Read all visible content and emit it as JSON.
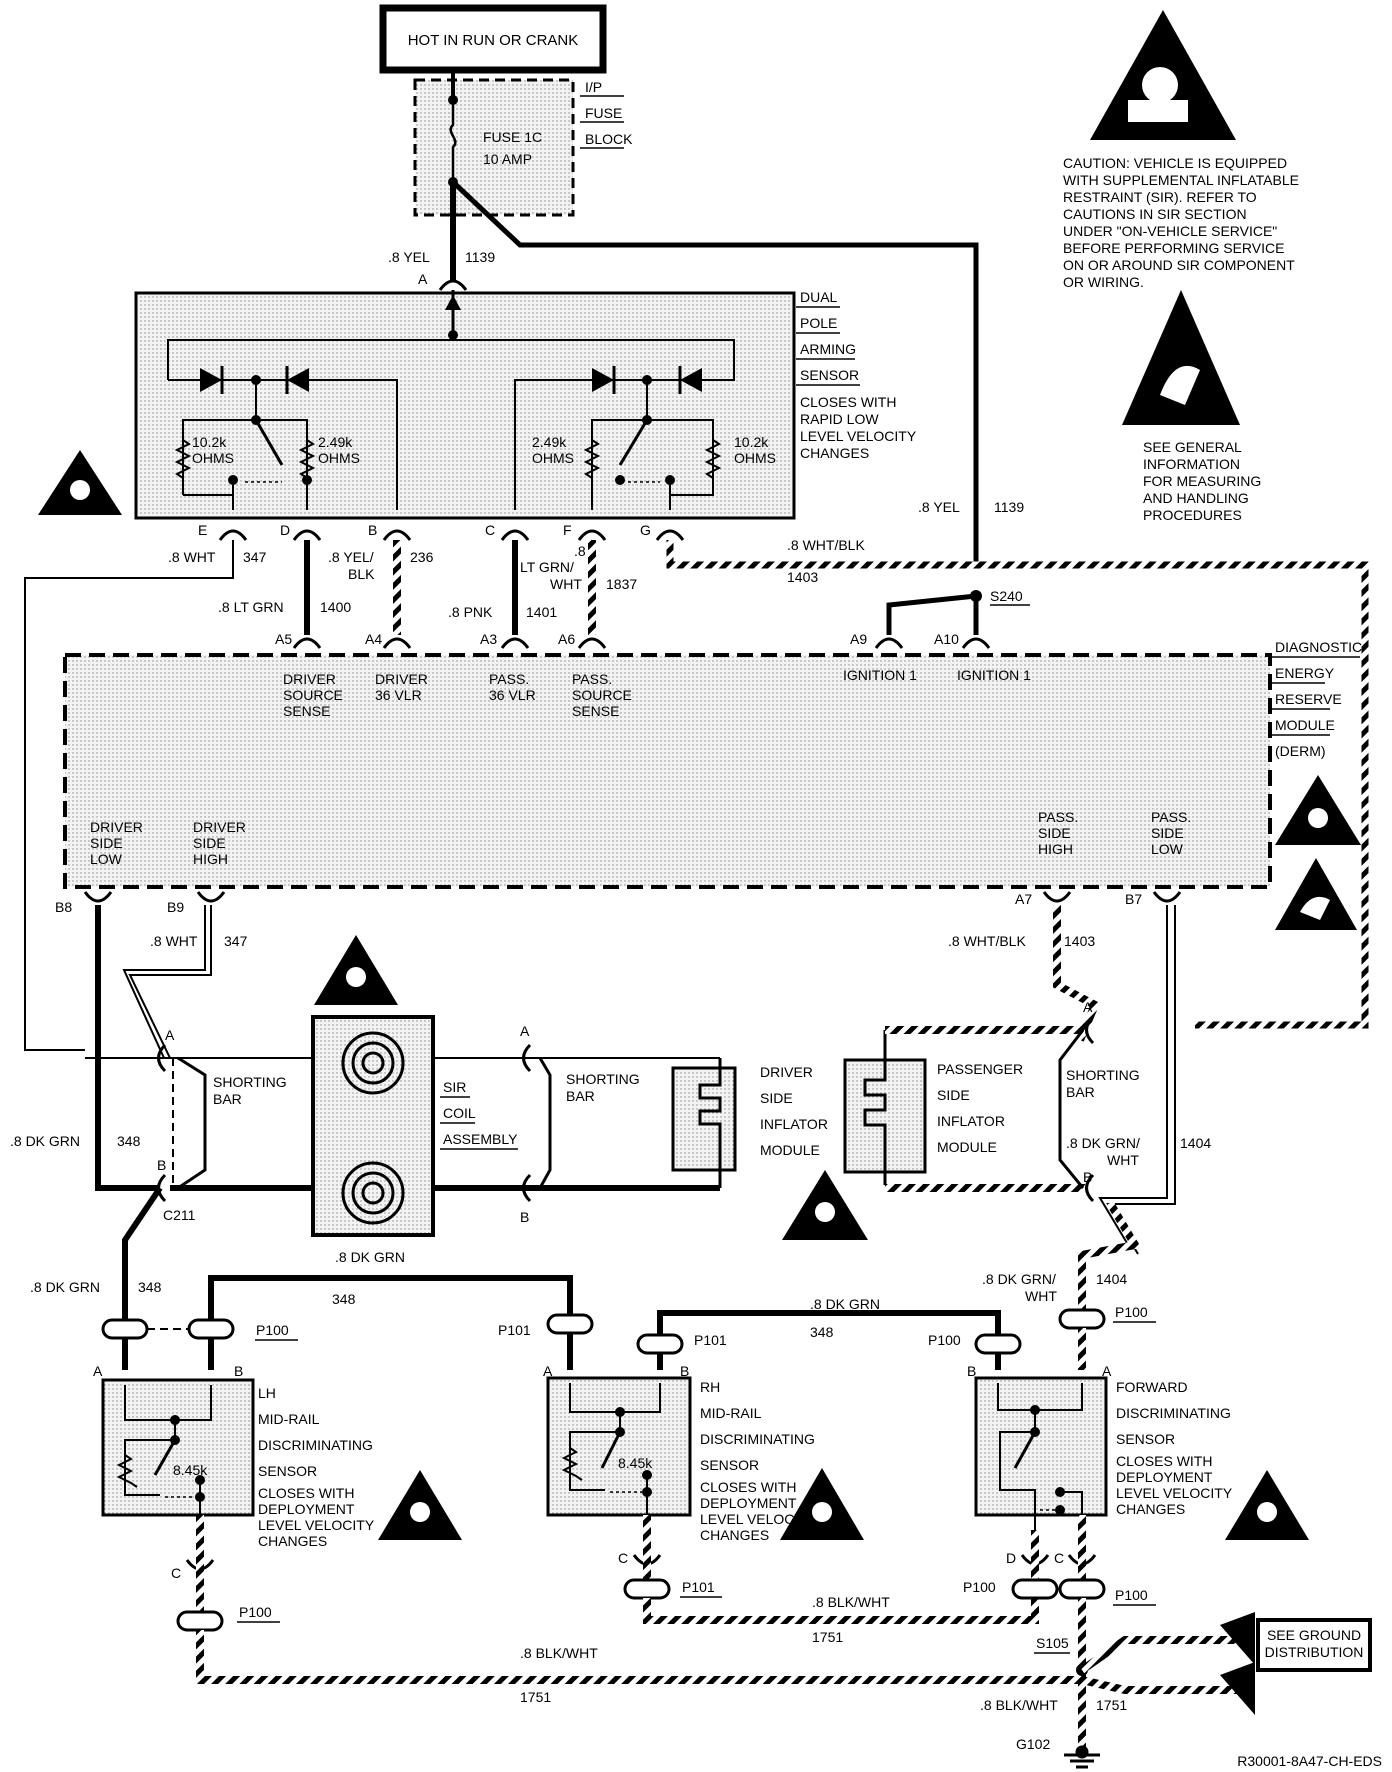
{
  "power": {
    "title": "HOT IN RUN OR CRANK"
  },
  "fuse_block": {
    "name": [
      "I/P",
      "FUSE",
      "BLOCK"
    ],
    "fuse": "FUSE 1C",
    "rating": "10 AMP"
  },
  "caution": {
    "lines": [
      "CAUTION: VEHICLE IS EQUIPPED",
      "WITH SUPPLEMENTAL INFLATABLE",
      "RESTRAINT (SIR). REFER TO",
      "CAUTIONS IN SIR SECTION",
      "UNDER \"ON-VEHICLE SERVICE\"",
      "BEFORE PERFORMING SERVICE",
      "ON OR AROUND SIR COMPONENT",
      "OR WIRING."
    ]
  },
  "esd_note": {
    "lines": [
      "SEE GENERAL",
      "INFORMATION",
      "FOR MEASURING",
      "AND HANDLING",
      "PROCEDURES"
    ]
  },
  "arming_sensor": {
    "name": [
      "DUAL",
      "POLE",
      "ARMING",
      "SENSOR"
    ],
    "desc": [
      "CLOSES WITH",
      "RAPID LOW",
      "LEVEL VELOCITY",
      "CHANGES"
    ],
    "resistors": {
      "left_outer": [
        "10.2k",
        "OHMS"
      ],
      "left_inner": [
        "2.49k",
        "OHMS"
      ],
      "right_inner": [
        "2.49k",
        "OHMS"
      ],
      "right_outer": [
        "10.2k",
        "OHMS"
      ]
    },
    "pins": [
      "A",
      "E",
      "D",
      "B",
      "C",
      "F",
      "G"
    ]
  },
  "wires": {
    "yel_1139_top": {
      "gauge": ".8 YEL",
      "circuit": "1139"
    },
    "yel_1139_right": {
      "gauge": ".8 YEL",
      "circuit": "1139"
    },
    "wht_347": {
      "gauge": ".8 WHT",
      "circuit": "347"
    },
    "ltgrn_1400": {
      "gauge": ".8 LT GRN",
      "circuit": "1400"
    },
    "yelblk_236": {
      "gauge": [
        ".8 YEL/",
        "BLK"
      ],
      "circuit": "236"
    },
    "pnk_1401": {
      "gauge": ".8 PNK",
      "circuit": "1401"
    },
    "ltgrnwht_1837": {
      "gauge": [
        ".8",
        "LT GRN/",
        "WHT"
      ],
      "circuit": "1837"
    },
    "whtblk_1403": {
      "gauge": ".8 WHT/BLK",
      "circuit": "1403"
    },
    "wht_347_lower": {
      "gauge": ".8 WHT",
      "circuit": "347"
    },
    "whtblk_1403_lower": {
      "gauge": ".8 WHT/BLK",
      "circuit": "1403"
    },
    "dkgrn_348_left": {
      "gauge": ".8 DK GRN",
      "circuit": "348"
    },
    "dkgrnwht_1404": {
      "gauge": [
        ".8 DK GRN/",
        "WHT"
      ],
      "circuit": "1404"
    },
    "dkgrn_mid": {
      "gauge": ".8 DK GRN"
    },
    "dkgrn_348_c211": {
      "gauge": ".8 DK GRN",
      "circuit": "348"
    },
    "circuit_348_top": {
      "circuit": "348"
    },
    "dkgrn_348_rh": {
      "gauge": ".8 DK GRN",
      "circuit": "348"
    },
    "dkgrnwht_1404_lower": {
      "gauge": [
        ".8 DK GRN/",
        "WHT"
      ],
      "circuit": "1404"
    },
    "blkwht_1751_mid": {
      "gauge": ".8 BLK/WHT",
      "circuit": "1751"
    },
    "blkwht_1751_bottom": {
      "gauge": ".8 BLK/WHT",
      "circuit": "1751"
    },
    "blkwht_1751_ground": {
      "gauge": ".8 BLK/WHT",
      "circuit": "1751"
    }
  },
  "splices": {
    "s240": "S240",
    "s105": "S105",
    "ground": "G102"
  },
  "derm": {
    "name": [
      "DIAGNOSTIC",
      "ENERGY",
      "RESERVE",
      "MODULE",
      "(DERM)"
    ],
    "top_pins": [
      "A5",
      "A4",
      "A3",
      "A6",
      "A9",
      "A10"
    ],
    "bottom_pins": [
      "B8",
      "B9",
      "A7",
      "B7"
    ],
    "labels": {
      "driver_source": [
        "DRIVER",
        "SOURCE",
        "SENSE"
      ],
      "driver_36": [
        "DRIVER",
        "36 VLR"
      ],
      "pass_36": [
        "PASS.",
        "36 VLR"
      ],
      "pass_source": [
        "PASS.",
        "SOURCE",
        "SENSE"
      ],
      "ign1a": "IGNITION 1",
      "ign1b": "IGNITION 1",
      "driver_low": [
        "DRIVER",
        "SIDE",
        "LOW"
      ],
      "driver_high": [
        "DRIVER",
        "SIDE",
        "HIGH"
      ],
      "pass_high": [
        "PASS.",
        "SIDE",
        "HIGH"
      ],
      "pass_low": [
        "PASS.",
        "SIDE",
        "LOW"
      ]
    }
  },
  "sir_coil": {
    "name": [
      "SIR",
      "COIL",
      "ASSEMBLY"
    ]
  },
  "shorting_bar": [
    "SHORTING",
    "BAR"
  ],
  "driver_module": {
    "name": [
      "DRIVER",
      "SIDE",
      "INFLATOR",
      "MODULE"
    ]
  },
  "pass_module": {
    "name": [
      "PASSENGER",
      "SIDE",
      "INFLATOR",
      "MODULE"
    ]
  },
  "connectors": {
    "c211": "C211",
    "p100": "P100",
    "p101": "P101",
    "pin_a": "A",
    "pin_b": "B",
    "pin_c": "C",
    "pin_d": "D"
  },
  "lh_sensor": {
    "name": [
      "LH",
      "MID-RAIL",
      "DISCRIMINATING",
      "SENSOR"
    ],
    "desc": [
      "CLOSES WITH",
      "DEPLOYMENT",
      "LEVEL VELOCITY",
      "CHANGES"
    ],
    "resistor": "8.45k"
  },
  "rh_sensor": {
    "name": [
      "RH",
      "MID-RAIL",
      "DISCRIMINATING",
      "SENSOR"
    ],
    "desc": [
      "CLOSES WITH",
      "DEPLOYMENT",
      "LEVEL VELOCITY",
      "CHANGES"
    ],
    "resistor": "8.45k"
  },
  "fwd_sensor": {
    "name": [
      "FORWARD",
      "DISCRIMINATING",
      "SENSOR"
    ],
    "desc": [
      "CLOSES WITH",
      "DEPLOYMENT",
      "LEVEL VELOCITY",
      "CHANGES"
    ]
  },
  "ground_note": {
    "lines": [
      "SEE GROUND",
      "DISTRIBUTION"
    ]
  },
  "footer": {
    "code": "R30001-8A47-CH-EDS"
  },
  "colors": {
    "ink": "#000000",
    "fill": "#f2f2f2",
    "paper": "#ffffff"
  }
}
